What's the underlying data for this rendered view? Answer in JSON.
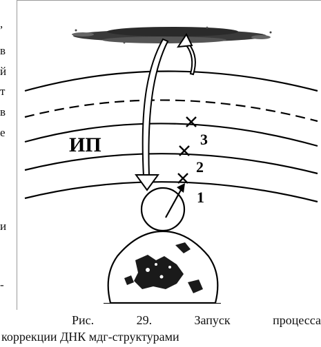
{
  "left_fragments": [
    ",",
    "в",
    "й",
    "т",
    "в",
    "е",
    "и",
    "-"
  ],
  "figure": {
    "label_region": "ИП",
    "markers": [
      "3",
      "2",
      "1"
    ]
  },
  "caption": {
    "line1": [
      "Рис.",
      "29.",
      "Запуск",
      "процесса"
    ],
    "line2": "коррекции ДНК мдг-структурами"
  }
}
